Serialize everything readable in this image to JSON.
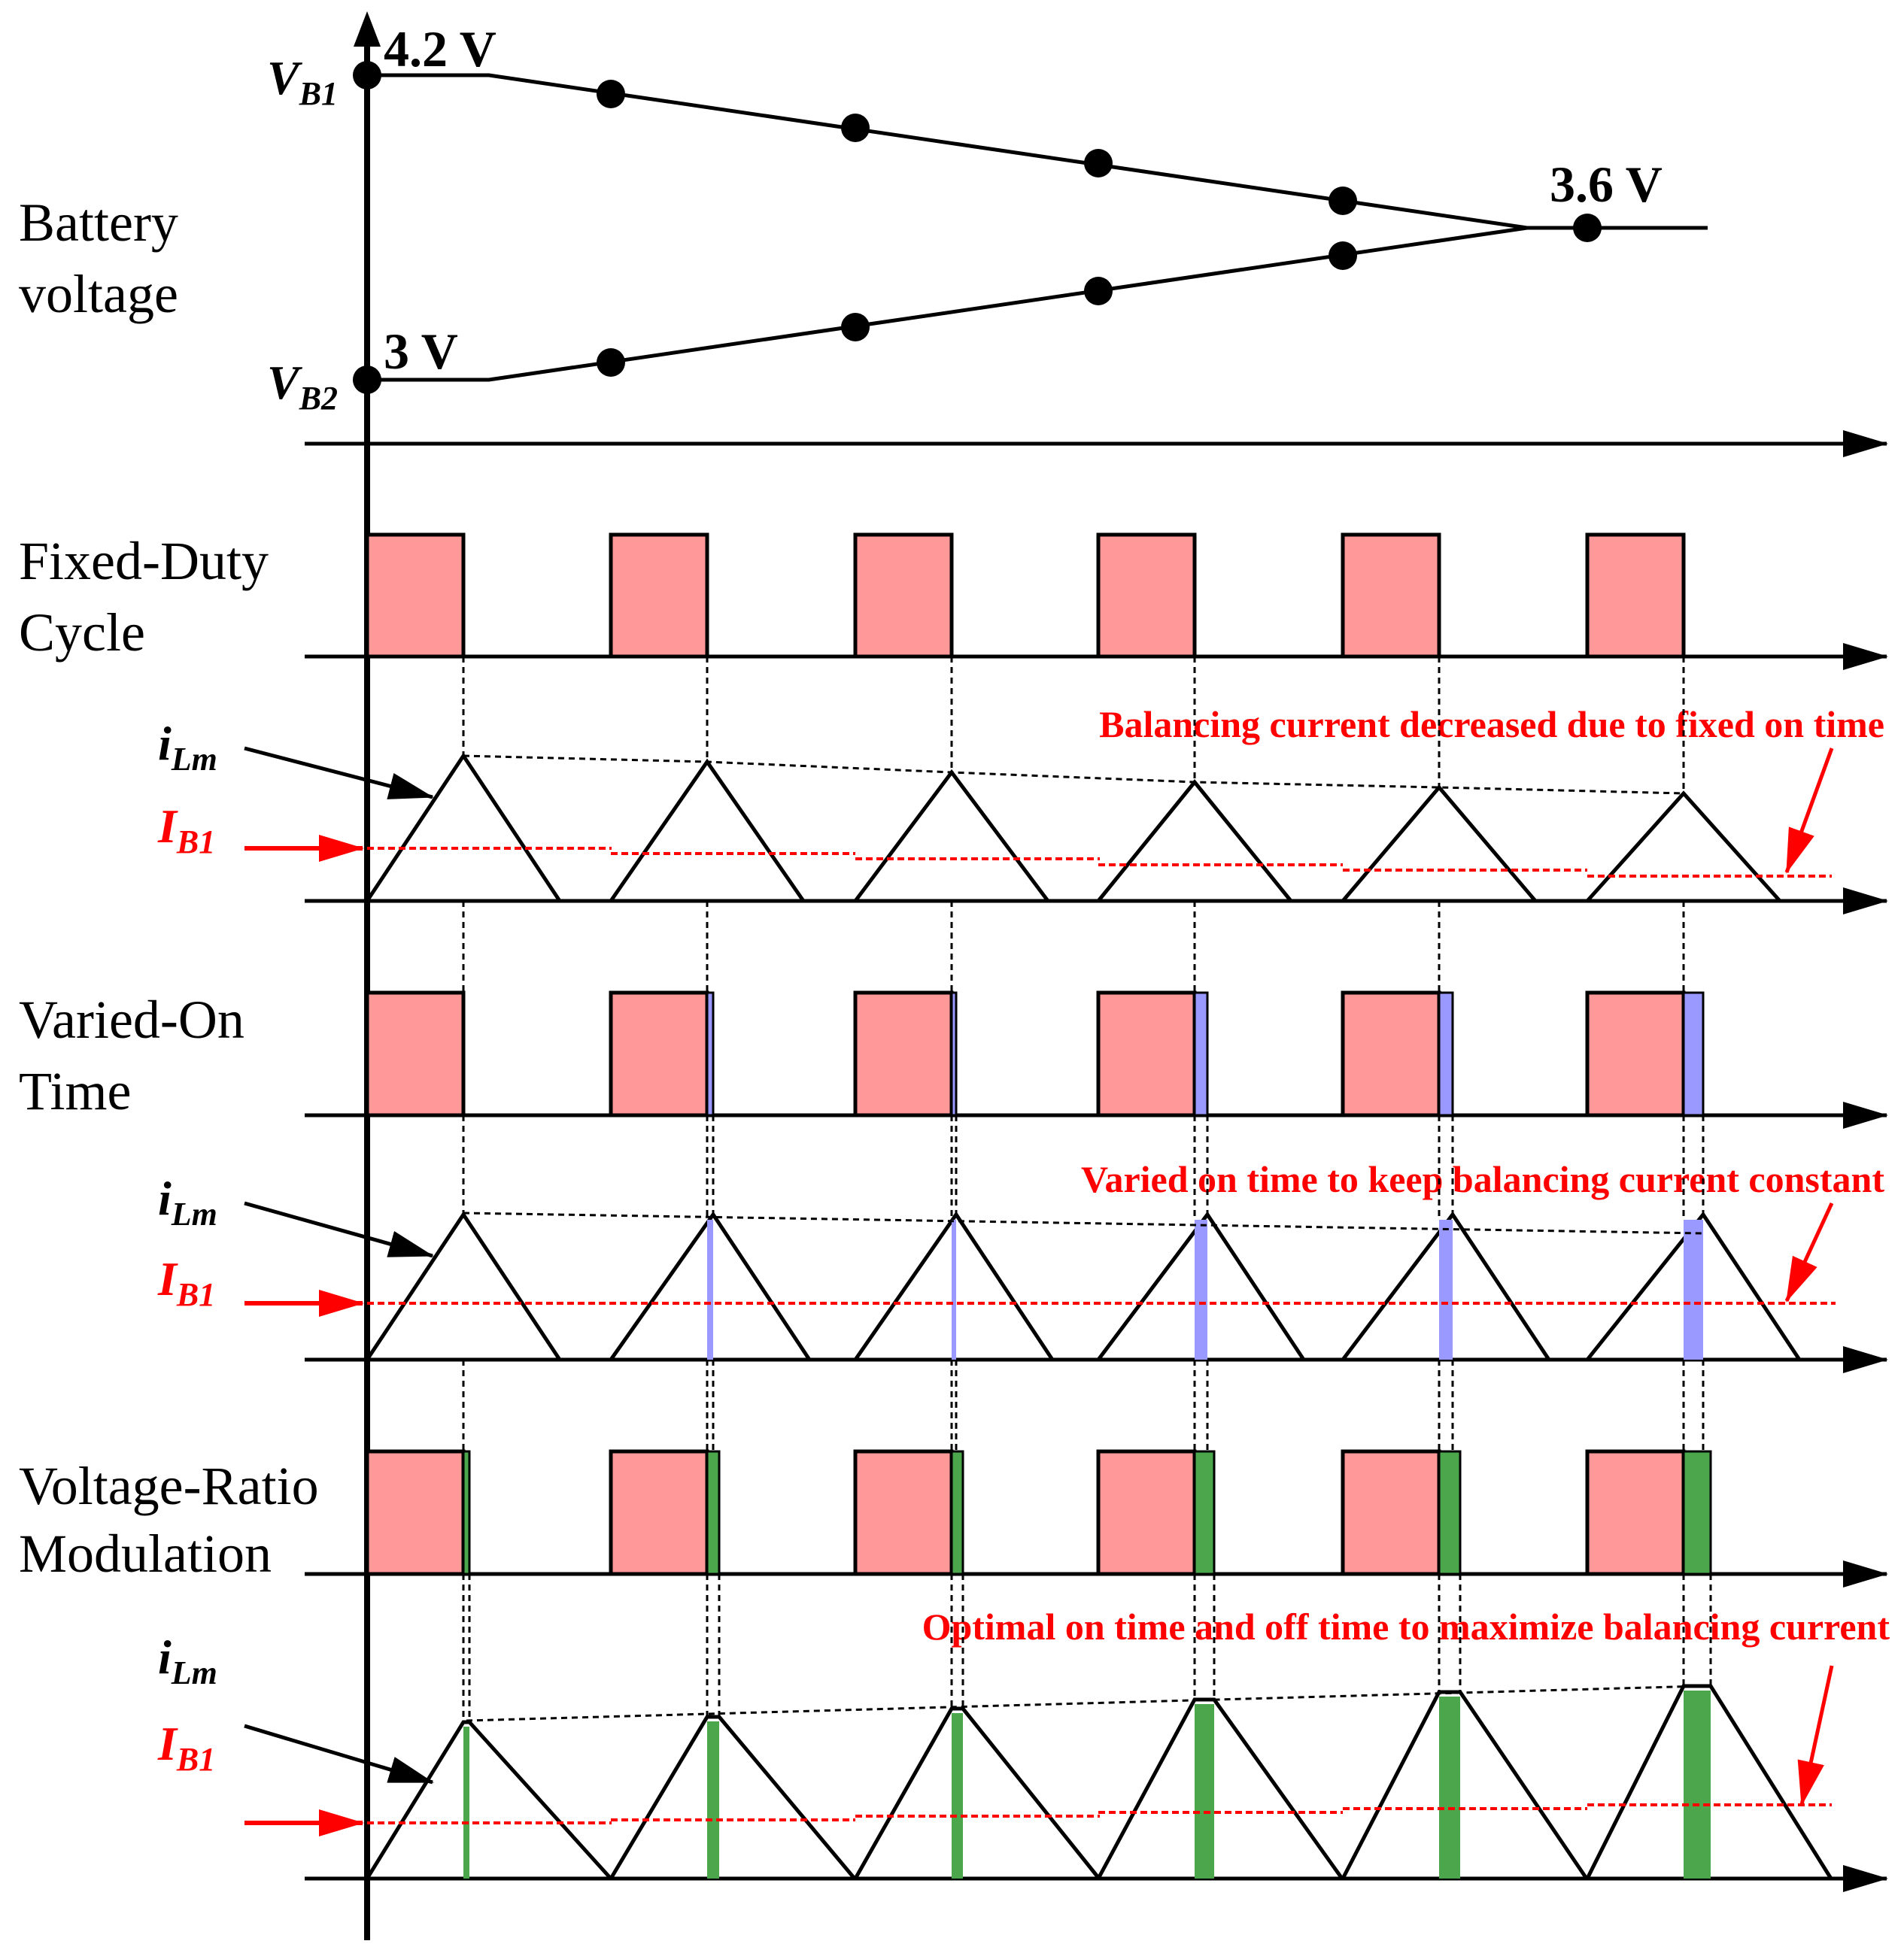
{
  "row_labels": {
    "battery": [
      "Battery",
      "voltage"
    ],
    "fixed_duty": [
      "Fixed-Duty",
      "Cycle"
    ],
    "varied_on": [
      "Varied-On",
      "Time"
    ],
    "voltage_ratio": [
      "Voltage-Ratio",
      "Modulation"
    ]
  },
  "battery": {
    "vb1_symbol": "V",
    "vb1_subscript": "B1",
    "vb2_symbol": "V",
    "vb2_subscript": "B2",
    "vb1_value": "4.2 V",
    "vb2_value": "3 V",
    "final_value": "3.6 V"
  },
  "current": {
    "ilm_symbol": "i",
    "ilm_subscript": "Lm",
    "ib1_symbol": "I",
    "ib1_subscript": "B1"
  },
  "annotations": {
    "fixed": "Balancing current decreased due to fixed on time",
    "varied": "Varied on time to keep balancing current constant",
    "optimal": "Optimal on time and off time to maximize balancing current"
  },
  "colors": {
    "pulse_fill": "#ff9999",
    "varied_extension": "#9999ff",
    "optimal_extension": "#4ca64c",
    "current_reference": "#ff0000",
    "line": "#000000"
  },
  "pulse_count": 6
}
